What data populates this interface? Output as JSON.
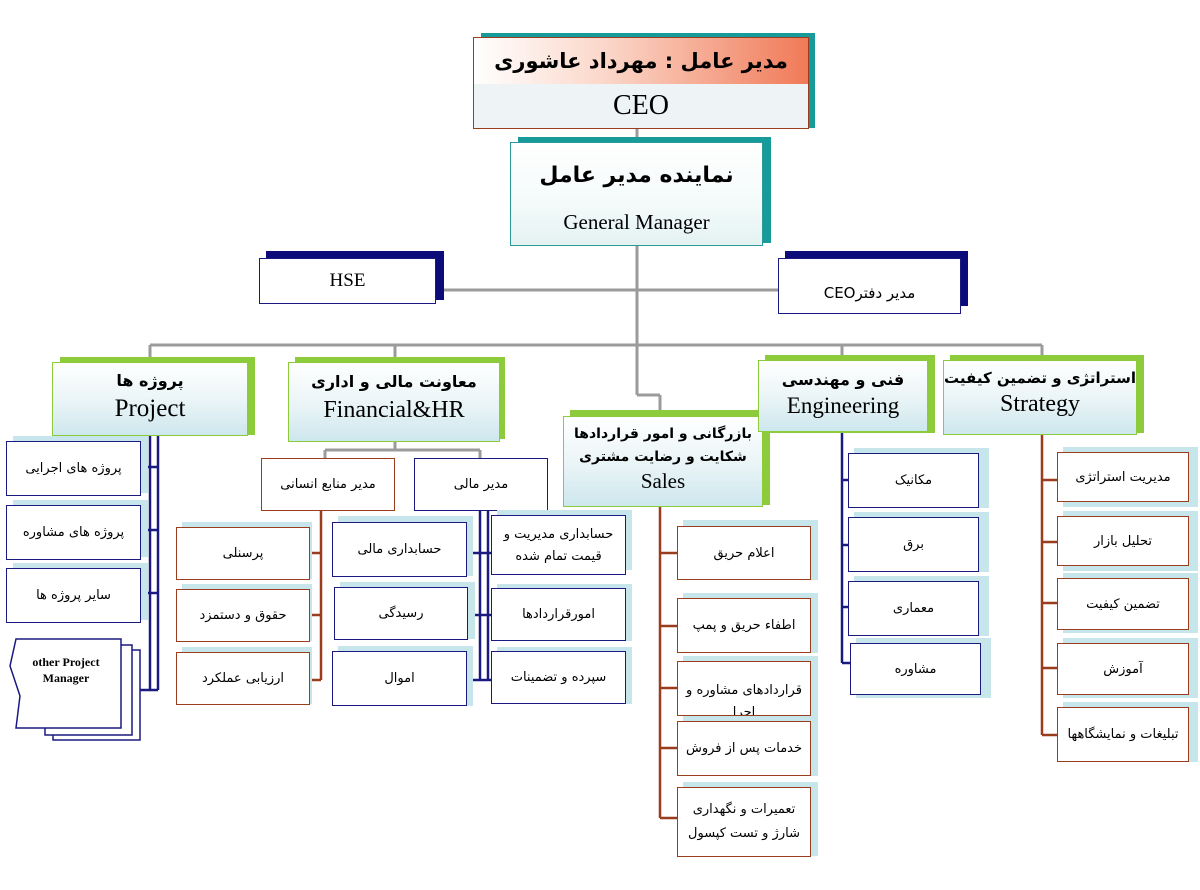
{
  "ceo": {
    "title_fa": "مدیر عامل : مهرداد عاشوری",
    "title_en": "CEO"
  },
  "gm": {
    "title_fa": "نماینده مدیر عامل",
    "title_en": "General Manager"
  },
  "hse": {
    "label": "HSE"
  },
  "ceo_office": {
    "label": "مدیر دفترCEO"
  },
  "project": {
    "title_fa": "پروژه ها",
    "title_en": "Project",
    "items": [
      "پروژه های اجرایی",
      "پروژه های مشاوره",
      "سایر پروژه ها"
    ],
    "other": "other Project Manager"
  },
  "financial": {
    "title_fa": "معاونت مالی و اداری",
    "title_en": "Financial&HR",
    "hr_manager": "مدیر منابع انسانی",
    "finance_manager": "مدیر مالی",
    "hr_items": [
      "پرسنلی",
      "حقوق و دستمزد",
      "ارزیابی عملکرد"
    ],
    "finance_middle": [
      "حسابداری مالی",
      "رسیدگی",
      "اموال"
    ],
    "finance_right": [
      "حسابداری مدیریت و قیمت تمام شده",
      "امورقراردادها",
      "سپرده و تضمینات"
    ]
  },
  "sales": {
    "title_fa": "بازرگانی و امور قراردادها شکایت و رضایت مشتری",
    "title_en": "Sales",
    "items": [
      "اعلام حریق",
      "اطفاء حریق و پمپ",
      "قراردادهای مشاوره و اجرا",
      "خدمات پس از فروش",
      "تعمیرات و نگهداری شارژ و تست کپسول"
    ]
  },
  "engineering": {
    "title_fa": "فنی و مهندسی",
    "title_en": "Engineering",
    "items": [
      "مکانیک",
      "برق",
      "معماری",
      "مشاوره"
    ]
  },
  "strategy": {
    "title_fa": "استراتژی و تضمین کیفیت",
    "title_en": "Strategy",
    "items": [
      "مدیریت استراتژی",
      "تحلیل بازار",
      "تضمین کیفیت",
      "آموزش",
      "تبلیغات و نمایشگاهها"
    ]
  }
}
